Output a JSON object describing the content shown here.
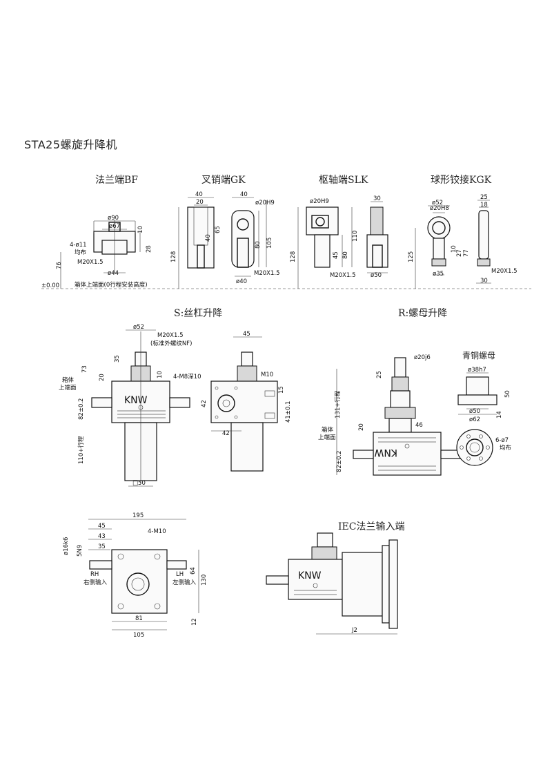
{
  "title": "STA25螺旋升降机",
  "sections": {
    "bf": "法兰端BF",
    "gk": "叉销端GK",
    "slk": "枢轴端SLK",
    "kgk": "球形铰接KGK",
    "s_lift": "S:丝杠升降",
    "r_lift": "R:螺母升降",
    "bronze_nut": "青铜螺母",
    "iec": "IEC法兰输入端"
  },
  "labels": {
    "zero": "±0.00",
    "housing_top": "箱体上端面(0行程安装高度)",
    "housing": "箱体",
    "top_face": "上端面",
    "brand": "KNW",
    "thread_note": "(标准外螺纹NF)",
    "uniform": "均布",
    "rh": "RH",
    "rh_cn": "右侧输入",
    "lh": "LH",
    "lh_cn": "左侧输入",
    "stroke_110": "110+行程",
    "stroke_131": "131+行程",
    "j2": "J2"
  },
  "dims": {
    "bf": {
      "d90": "ø90",
      "d67": "ø67",
      "h10": "10",
      "holes": "4-ø11",
      "h28": "28",
      "h76": "76",
      "thread": "M20X1.5",
      "d44": "ø44"
    },
    "gk": {
      "w40": "40",
      "w20": "20",
      "h40": "40",
      "h65": "65",
      "h128": "128",
      "d20": "ø20H9",
      "w40b": "40",
      "h80": "80",
      "h105": "105",
      "d40": "ø40",
      "thread": "M20X1.5"
    },
    "slk": {
      "d20": "ø20H9",
      "h128": "128",
      "h45": "45",
      "h80": "80",
      "h110": "110",
      "thread": "M20X1.5",
      "w30": "30",
      "d50": "ø50"
    },
    "kgk": {
      "d52": "ø52",
      "d20": "ø20H8",
      "h125": "125",
      "h10": "10",
      "h27": "27",
      "h77": "77",
      "d35": "ø35",
      "w25": "25",
      "w18": "18",
      "thread": "M20X1.5",
      "w30": "30"
    },
    "s": {
      "d52": "ø52",
      "thread": "M20X1.5",
      "h35": "35",
      "h73": "73",
      "h20": "20",
      "h10": "10",
      "h82": "82±0.2",
      "sq50": "□50",
      "w45": "45",
      "holes": "4-M8深10",
      "m10": "M10",
      "h42": "42",
      "w42": "42",
      "h15": "15",
      "h41": "41±0.1"
    },
    "r": {
      "d20": "ø20j6",
      "h25": "25",
      "h20": "20",
      "w46": "46",
      "h82": "82±0.2",
      "d38": "ø38h7",
      "h50": "50",
      "h14": "14",
      "d50": "ø50",
      "d62": "ø62",
      "holes": "6-ø7"
    },
    "bottom": {
      "w195": "195",
      "w45": "45",
      "w43": "43",
      "w35": "35",
      "d16": "ø16k6",
      "key": "5N9",
      "holes": "4-M10",
      "h64": "64",
      "h130": "130",
      "w81": "81",
      "w105": "105",
      "h12": "12"
    }
  }
}
